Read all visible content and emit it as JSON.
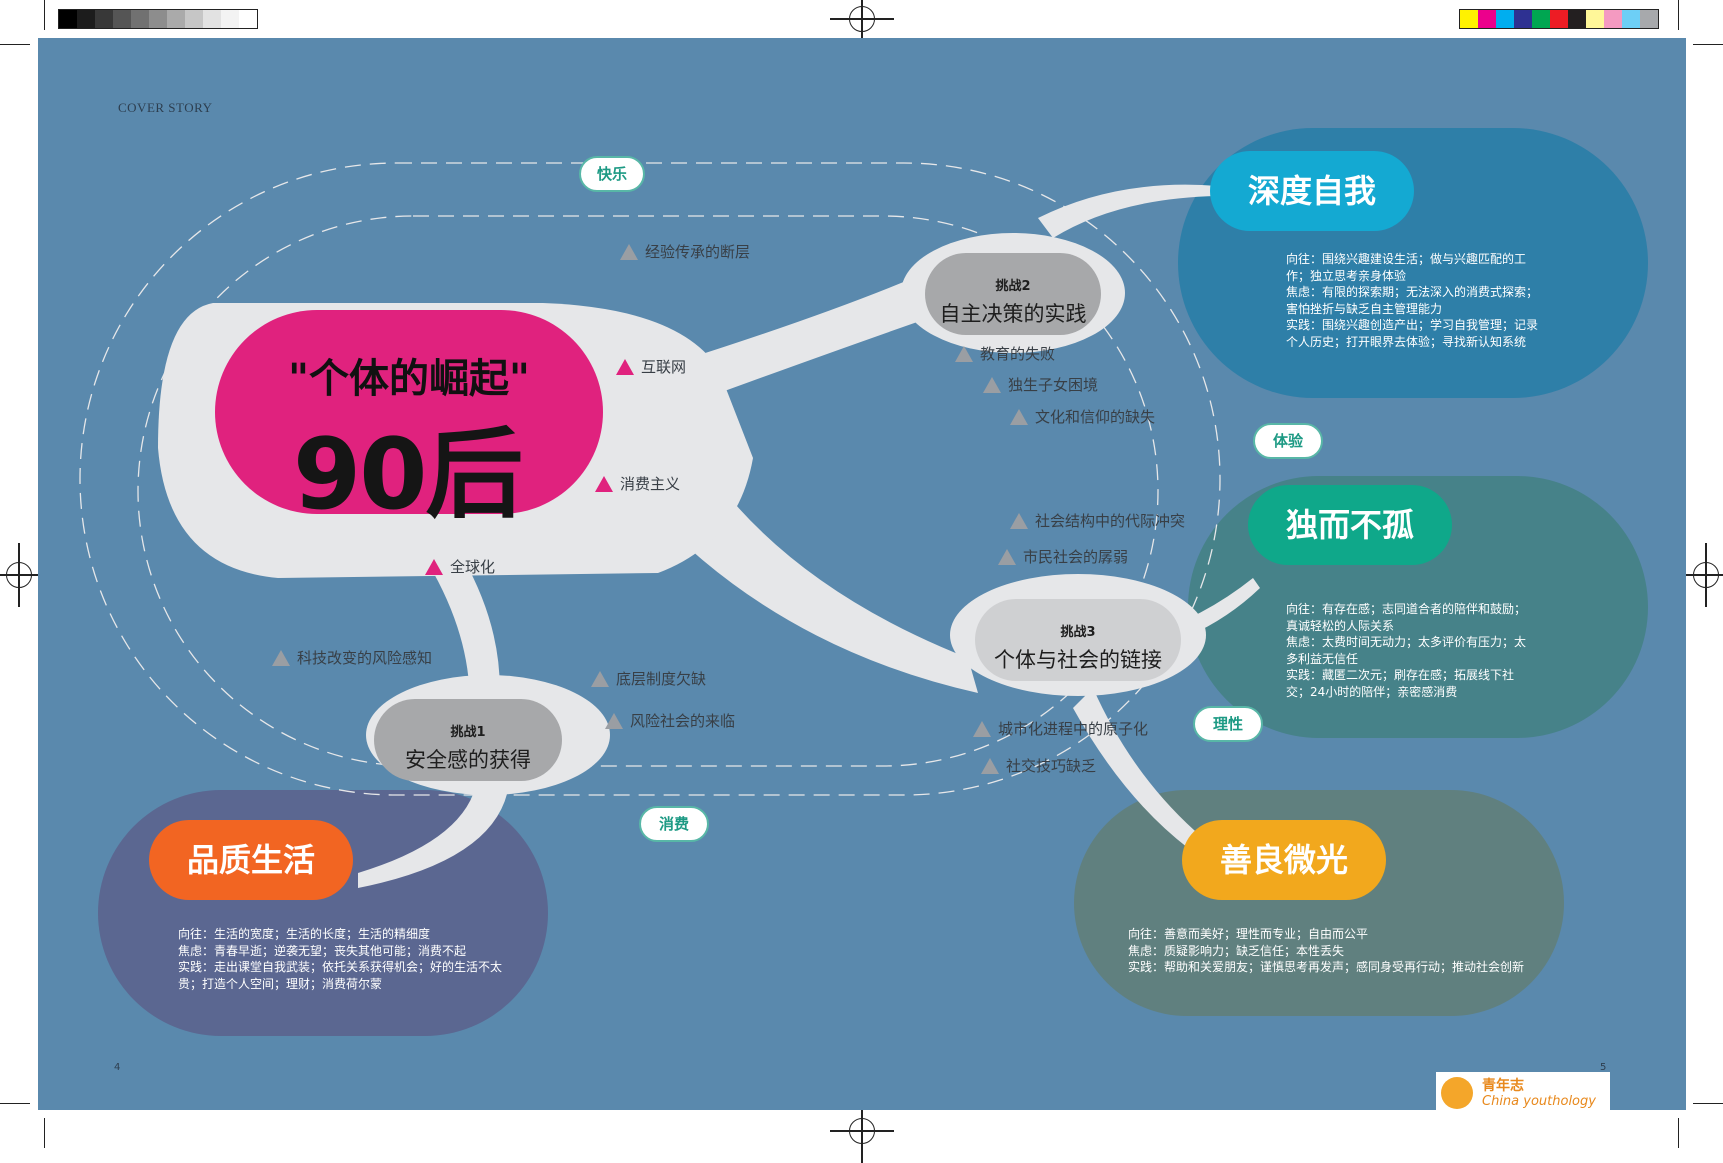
{
  "header": {
    "section": "COVER STORY"
  },
  "page_numbers": {
    "left": "4",
    "right": "5"
  },
  "center": {
    "title": "\"个体的崛起\"",
    "subtitle": "90后"
  },
  "tags": {
    "happiness": "快乐",
    "experience": "体验",
    "rational": "理性",
    "consumption": "消费"
  },
  "center_issues": [
    "互联网",
    "消费主义",
    "全球化"
  ],
  "challenges": {
    "c1": {
      "label": "挑战1",
      "text": "安全感的获得",
      "issues": [
        "科技改变的风险感知",
        "底层制度欠缺",
        "风险社会的来临"
      ]
    },
    "c2": {
      "label": "挑战2",
      "text": "自主决策的实践",
      "issues": [
        "经验传承的断层",
        "教育的失败",
        "独生子女困境",
        "文化和信仰的缺失"
      ]
    },
    "c3": {
      "label": "挑战3",
      "text": "个体与社会的链接",
      "issues": [
        "社会结构中的代际冲突",
        "市民社会的孱弱",
        "城市化进程中的原子化",
        "社交技巧缺乏"
      ]
    }
  },
  "outcomes": {
    "deep_self": {
      "title": "深度自我",
      "lines": [
        "向往：围绕兴趣建设生活；做与兴趣匹配的工",
        "作；独立思考亲身体验",
        "焦虑：有限的探索期；无法深入的消费式探索；",
        "害怕挫折与缺乏自主管理能力",
        "实践：围绕兴趣创造产出；学习自我管理；记录",
        "个人历史；打开眼界去体验；寻找新认知系统"
      ]
    },
    "alone_not_lonely": {
      "title": "独而不孤",
      "lines": [
        "向往：有存在感；志同道合者的陪伴和鼓励；",
        "真诚轻松的人际关系",
        "焦虑：太费时间无动力；太多评价有压力；太",
        "多利益无信任",
        "实践：藏匿二次元；刷存在感；拓展线下社",
        "交；24小时的陪伴；亲密感消费"
      ]
    },
    "quality_life": {
      "title": "品质生活",
      "lines": [
        "向往：生活的宽度；生活的长度；生活的精细度",
        "焦虑：青春早逝；逆袭无望；丧失其他可能；消费不起",
        "实践：走出课堂自我武装；依托关系获得机会；好的生活不太",
        "贵；打造个人空间；理财；消费荷尔蒙"
      ]
    },
    "kindness": {
      "title": "善良微光",
      "lines": [
        "向往：善意而美好；理性而专业；自由而公平",
        "焦虑：质疑影响力；缺乏信任；本性丢失",
        "实践：帮助和关爱朋友；谨慎思考再发声；感同身受再行动；推动社会创新"
      ]
    }
  },
  "logo": {
    "cn": "青年志",
    "en": "China youthology"
  },
  "colors": {
    "background": "#5a89ad",
    "pink": "#e0227e",
    "cyan": "#14a9d2",
    "teal": "#0fa88a",
    "orange": "#f26522",
    "gold": "#f2a81d",
    "blob_deep_self": "#2e7fa8",
    "blob_alone": "#468289",
    "blob_quality": "#5b6791",
    "blob_kindness": "#60807f"
  }
}
